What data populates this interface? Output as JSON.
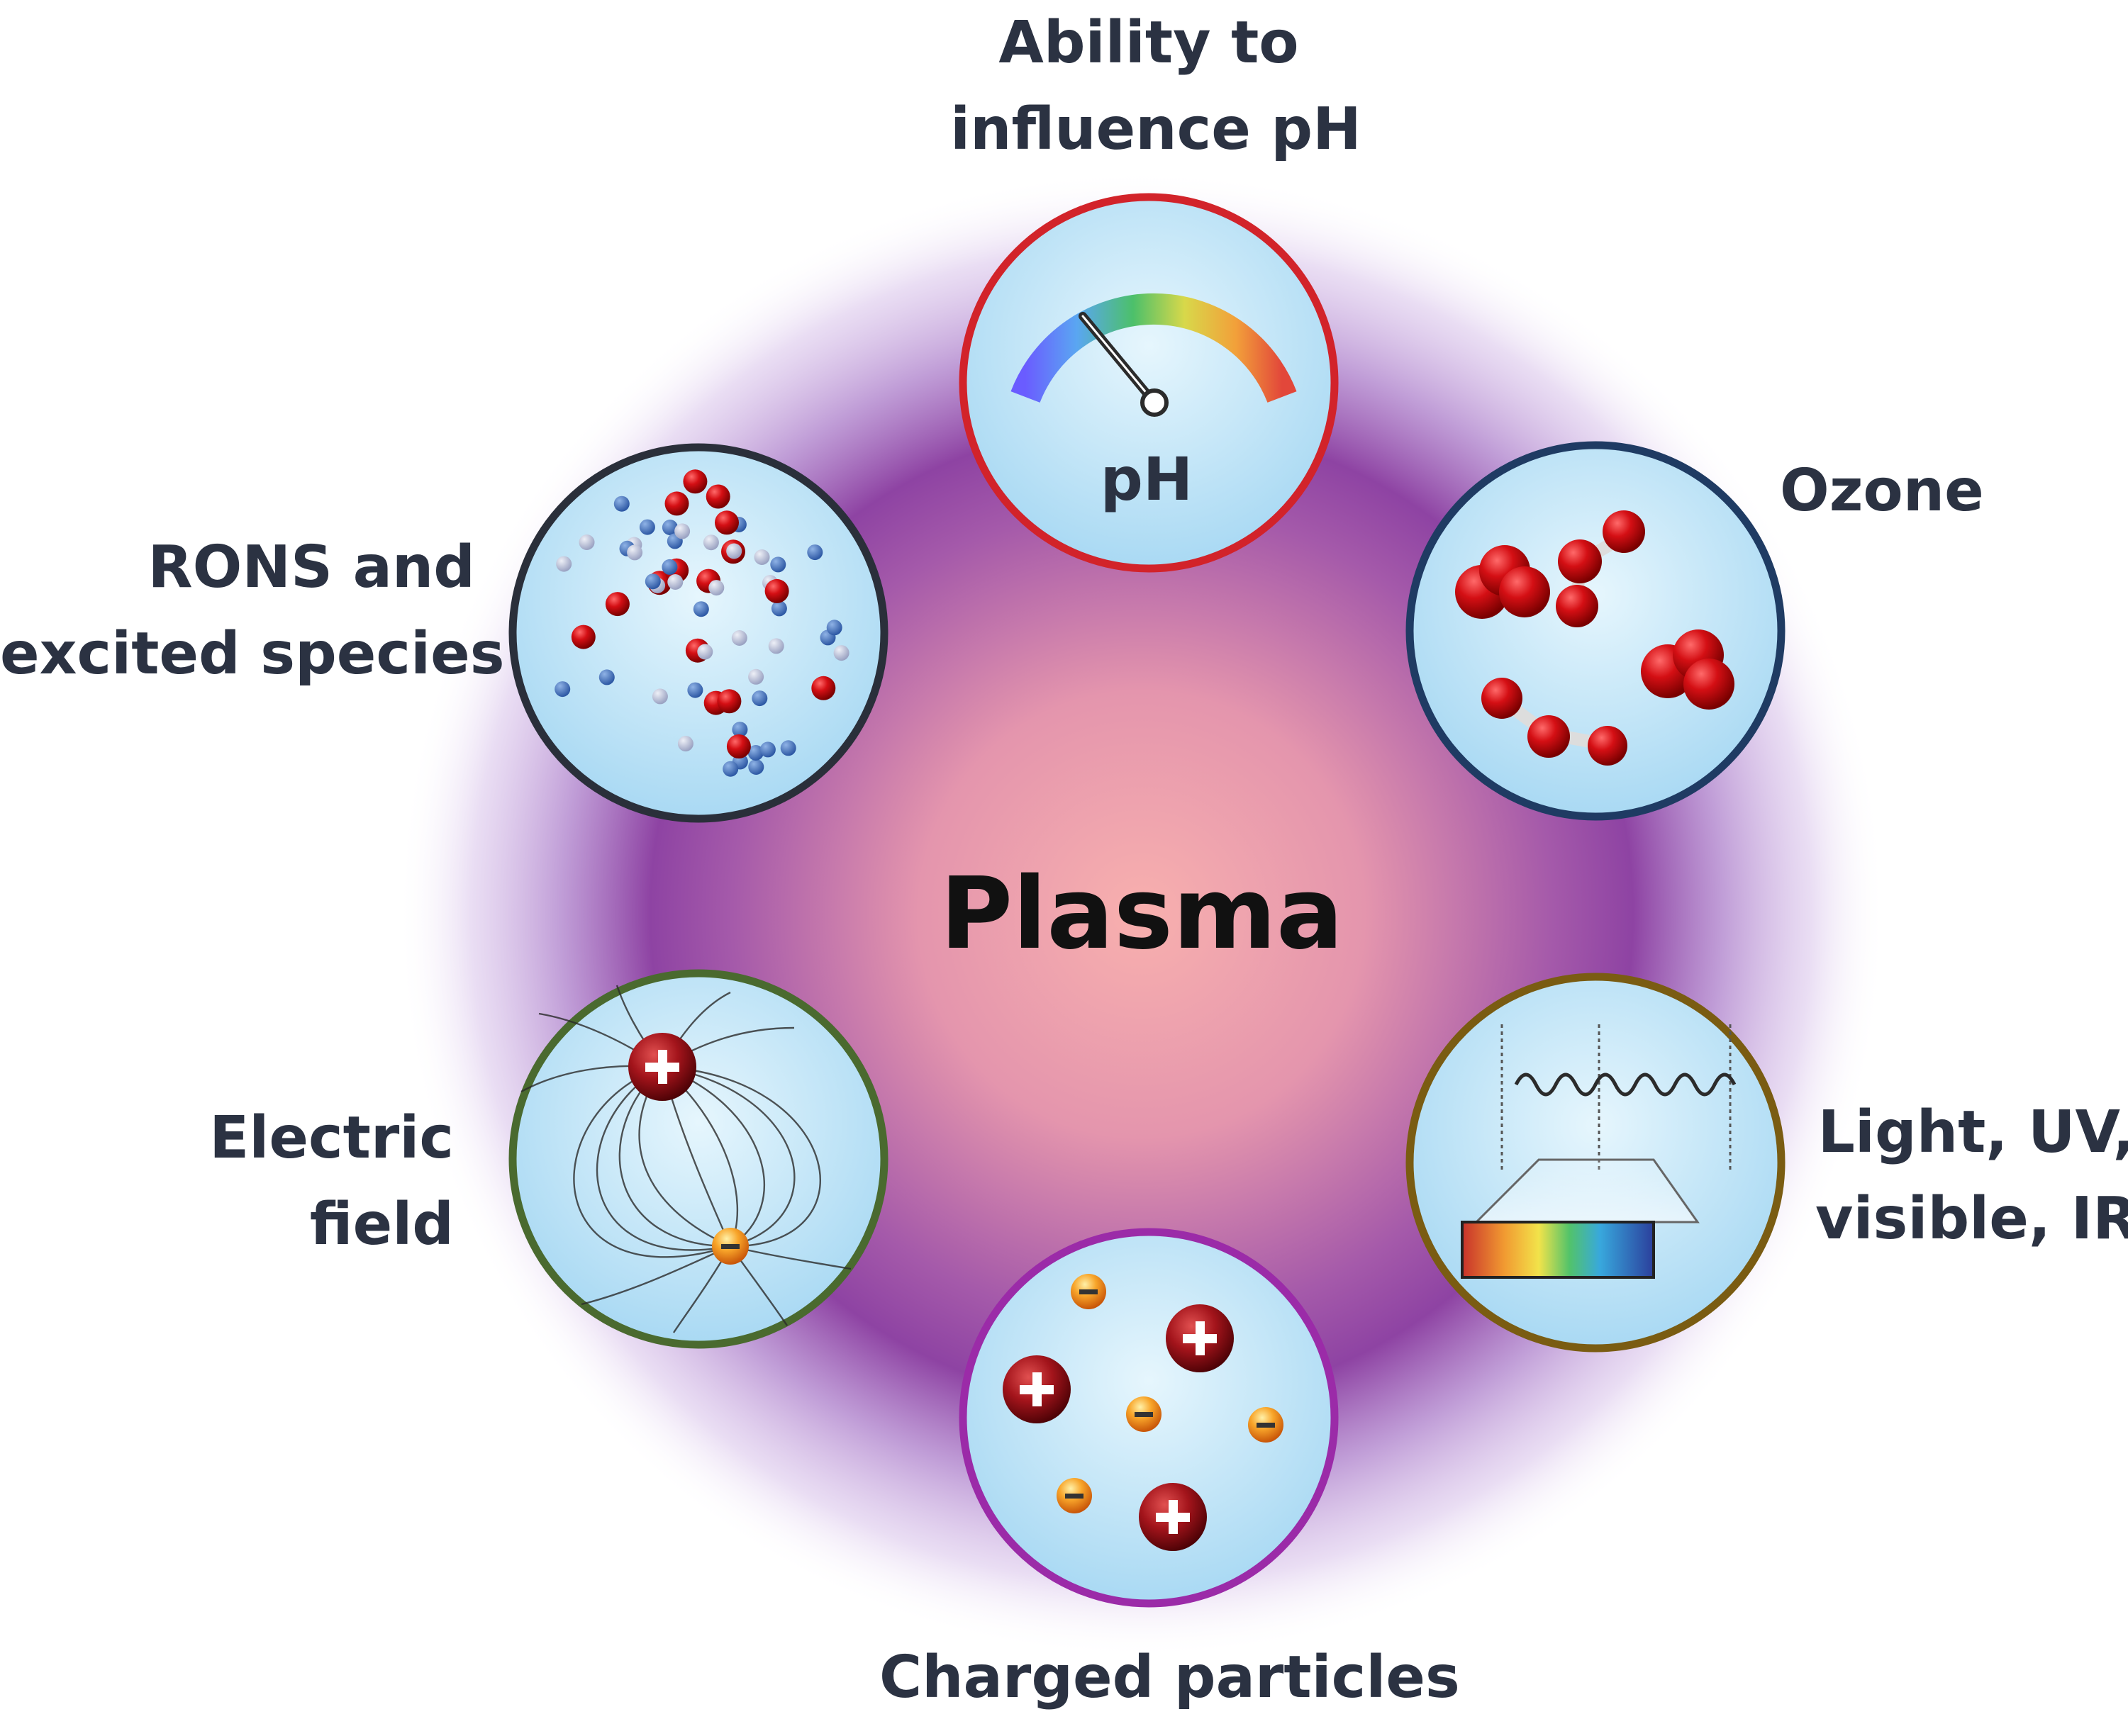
{
  "center": {
    "title": "Plasma"
  },
  "nodes": {
    "ph": {
      "lines": [
        "Ability to",
        "influence pH"
      ],
      "inner_text": "pH",
      "border_color": "#d2232a"
    },
    "ozone": {
      "lines": [
        "Ozone"
      ],
      "border_color": "#1f3b63"
    },
    "light": {
      "lines": [
        "Light, UV,",
        "visible, IR"
      ],
      "border_color": "#7a5c12"
    },
    "charged": {
      "lines": [
        "Charged particles"
      ],
      "border_color": "#9b2ba8"
    },
    "field": {
      "lines": [
        "Electric",
        "field"
      ],
      "border_color": "#4a6a2f"
    },
    "rons": {
      "lines": [
        "RONS and",
        "excited species"
      ],
      "border_color": "#2a2f3a"
    }
  },
  "colors": {
    "core": "#f6a9ad",
    "halo": "#8e3ea0",
    "circle_fill": "#bde3f7",
    "label": "#2b3242"
  },
  "icons": {
    "ph": "ph-gauge-icon",
    "ozone": "ozone-molecule-icon",
    "light": "light-spectrum-icon",
    "charged": "charged-particles-icon",
    "field": "electric-field-icon",
    "rons": "rons-particles-icon"
  }
}
